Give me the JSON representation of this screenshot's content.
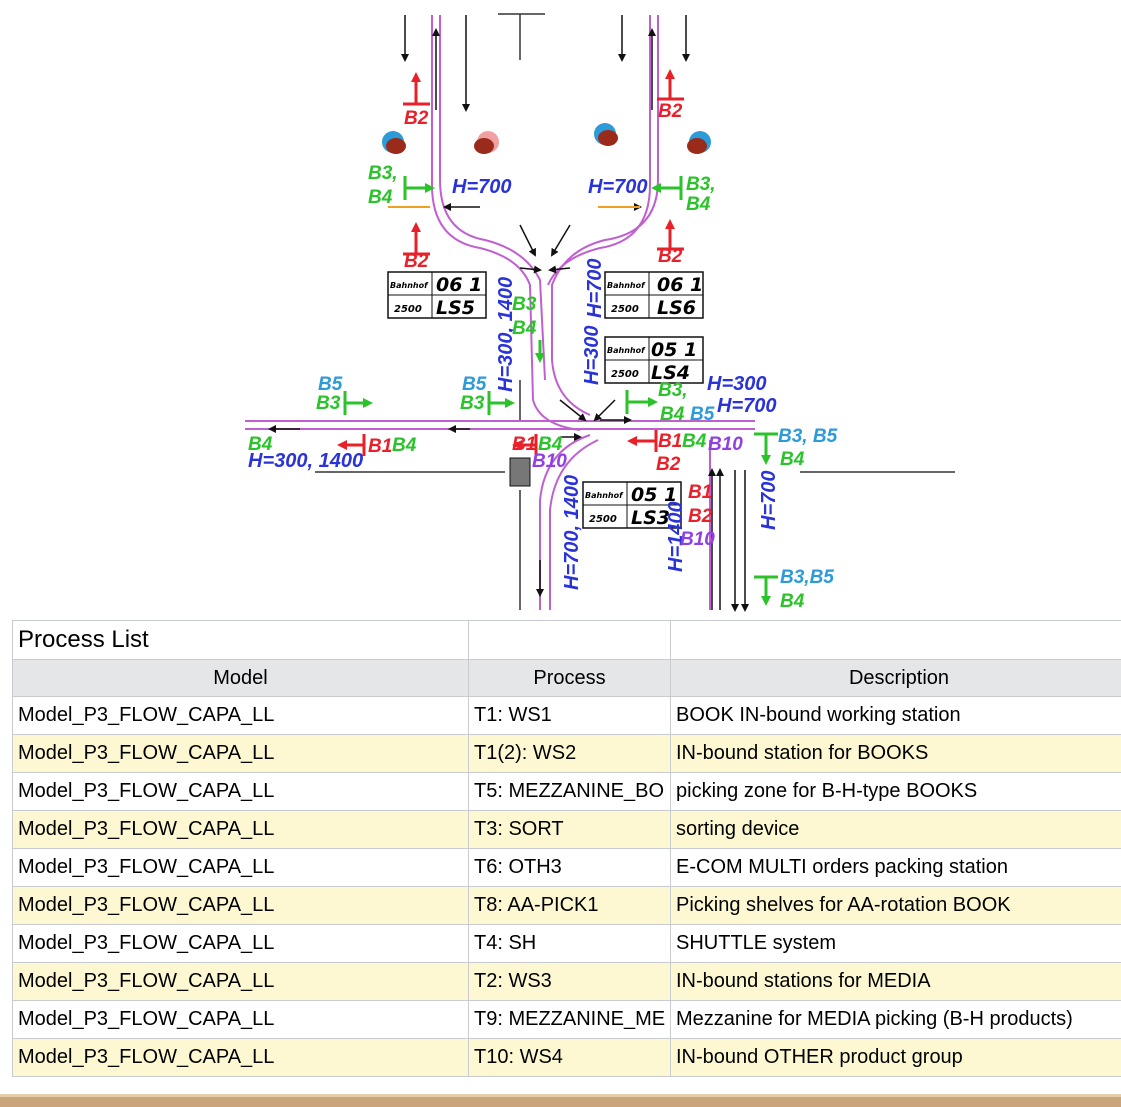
{
  "diagram": {
    "station_boxes": [
      {
        "top": "06 1",
        "sub": "2500",
        "name": "LS5",
        "small": "Bahnhof"
      },
      {
        "top": "06 1",
        "sub": "2500",
        "name": "LS6",
        "small": "Bahnhof"
      },
      {
        "top": "05 1",
        "sub": "2500",
        "name": "LS4",
        "small": "Bahnhof"
      },
      {
        "top": "05 1",
        "sub": "2500",
        "name": "LS3",
        "small": "Bahnhof"
      }
    ],
    "labels": {
      "h700": "H=700",
      "h300_1400": "H=300, 1400",
      "h300": "H=300",
      "h700_1400": "H=700, 1400",
      "h1400": "H=1400",
      "b1": "B1",
      "b2": "B2",
      "b3": "B3",
      "b4": "B4",
      "b5": "B5",
      "b10": "B10",
      "b3_comma": "B3,",
      "b3b5": "B3,B5",
      "b3_comma_b5": "B3, B5"
    },
    "colors": {
      "blue": "#2a33d8",
      "red": "#e8202a",
      "green": "#2cc22c",
      "magenta": "#c060d0",
      "purple": "#9040e0",
      "sky": "#2d9bd8",
      "orange": "#f0a020"
    }
  },
  "process_table": {
    "title": "Process List",
    "headers": [
      "Model",
      "Process",
      "Description"
    ],
    "rows": [
      {
        "model": "Model_P3_FLOW_CAPA_LL",
        "process": "T1: WS1",
        "description": "BOOK IN-bound working station"
      },
      {
        "model": "Model_P3_FLOW_CAPA_LL",
        "process": "T1(2): WS2",
        "description": "IN-bound station for BOOKS"
      },
      {
        "model": "Model_P3_FLOW_CAPA_LL",
        "process": "T5: MEZZANINE_BO",
        "description": "picking zone for B-H-type BOOKS"
      },
      {
        "model": "Model_P3_FLOW_CAPA_LL",
        "process": "T3: SORT",
        "description": "sorting device"
      },
      {
        "model": "Model_P3_FLOW_CAPA_LL",
        "process": "T6: OTH3",
        "description": "E-COM MULTI orders packing station"
      },
      {
        "model": "Model_P3_FLOW_CAPA_LL",
        "process": "T8: AA-PICK1",
        "description": "Picking shelves for AA-rotation BOOK"
      },
      {
        "model": "Model_P3_FLOW_CAPA_LL",
        "process": "T4: SH",
        "description": "SHUTTLE system"
      },
      {
        "model": "Model_P3_FLOW_CAPA_LL",
        "process": "T2: WS3",
        "description": "IN-bound stations for MEDIA"
      },
      {
        "model": "Model_P3_FLOW_CAPA_LL",
        "process": "T9: MEZZANINE_ME",
        "description": "Mezzanine for MEDIA picking (B-H products)"
      },
      {
        "model": "Model_P3_FLOW_CAPA_LL",
        "process": "T10: WS4",
        "description": "IN-bound OTHER product group"
      }
    ]
  }
}
